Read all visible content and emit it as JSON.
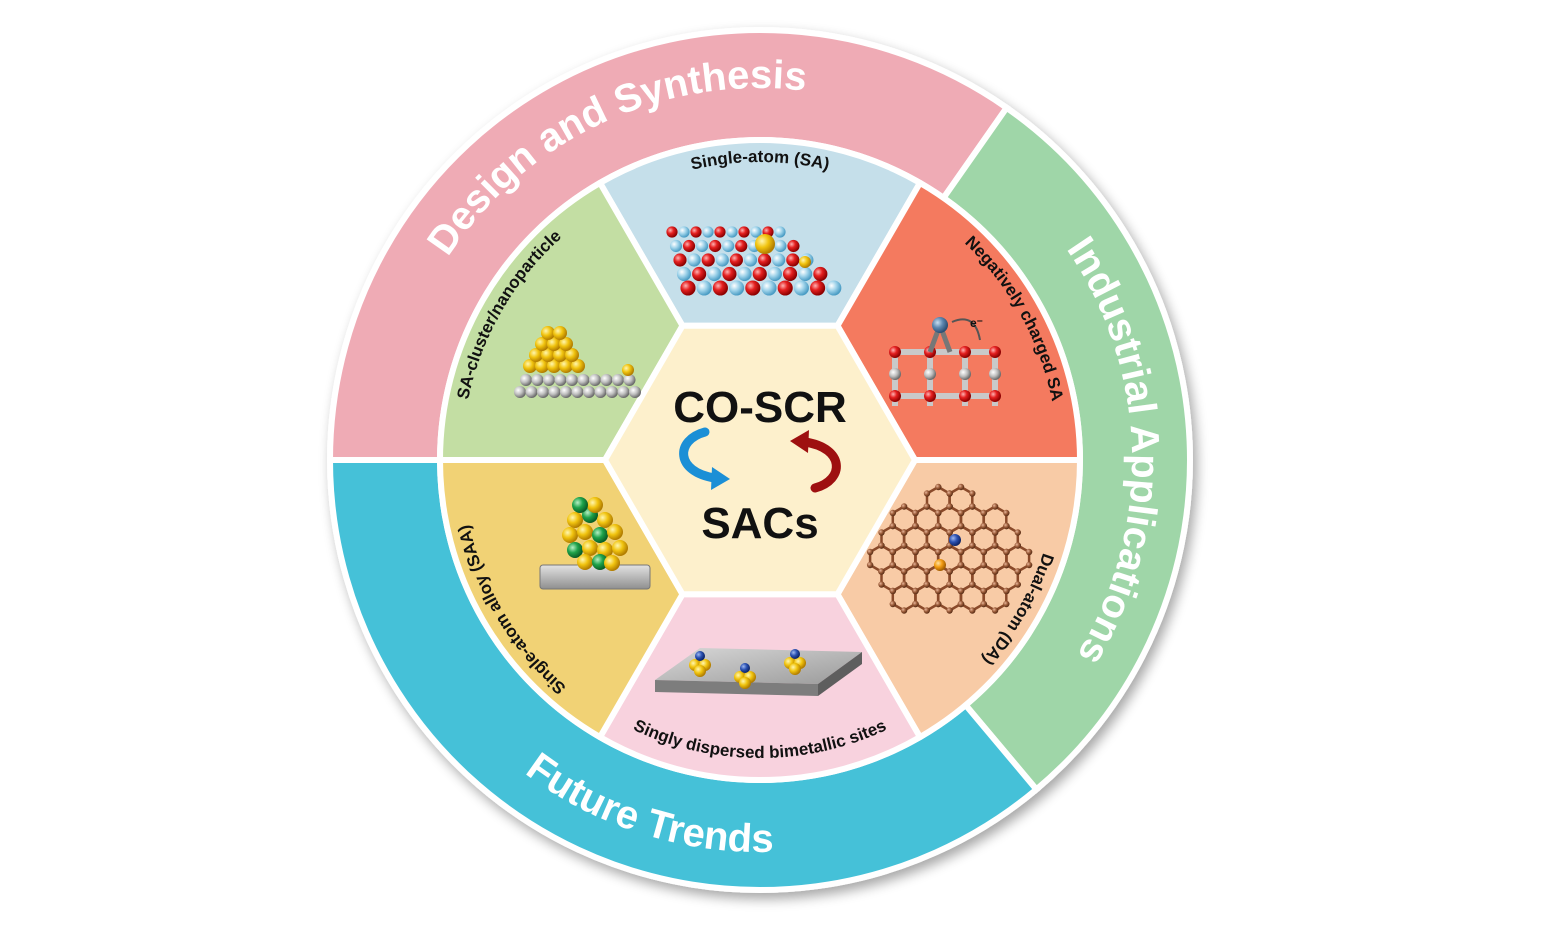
{
  "center": {
    "title": "CO-SCR",
    "subtitle": "SACs"
  },
  "outer_ring": [
    {
      "label": "Design and Synthesis",
      "color": "#efabb5"
    },
    {
      "label": "Industrial Applications",
      "color": "#9fd6a8"
    },
    {
      "label": "Future Trends",
      "color": "#45c1d8"
    }
  ],
  "segments": [
    {
      "label": "Single-atom (SA)",
      "color": "#c5dfea"
    },
    {
      "label": "Negatively charged SA",
      "color": "#f47a5f",
      "electron": "e⁻"
    },
    {
      "label": "Dual-atom (DA)",
      "color": "#f8cba6"
    },
    {
      "label": "Singly dispersed bimetallic sites",
      "color": "#f8d2de"
    },
    {
      "label": "Single-atom alloy (SAA)",
      "color": "#f1d275"
    },
    {
      "label": "SA-cluster/nanoparticle",
      "color": "#c3dea3"
    }
  ],
  "colors": {
    "hexagon": "#fdf0cc",
    "arrow_blue": "#1b8fd6",
    "arrow_red": "#9e1010",
    "ring_separator": "#ffffff"
  }
}
